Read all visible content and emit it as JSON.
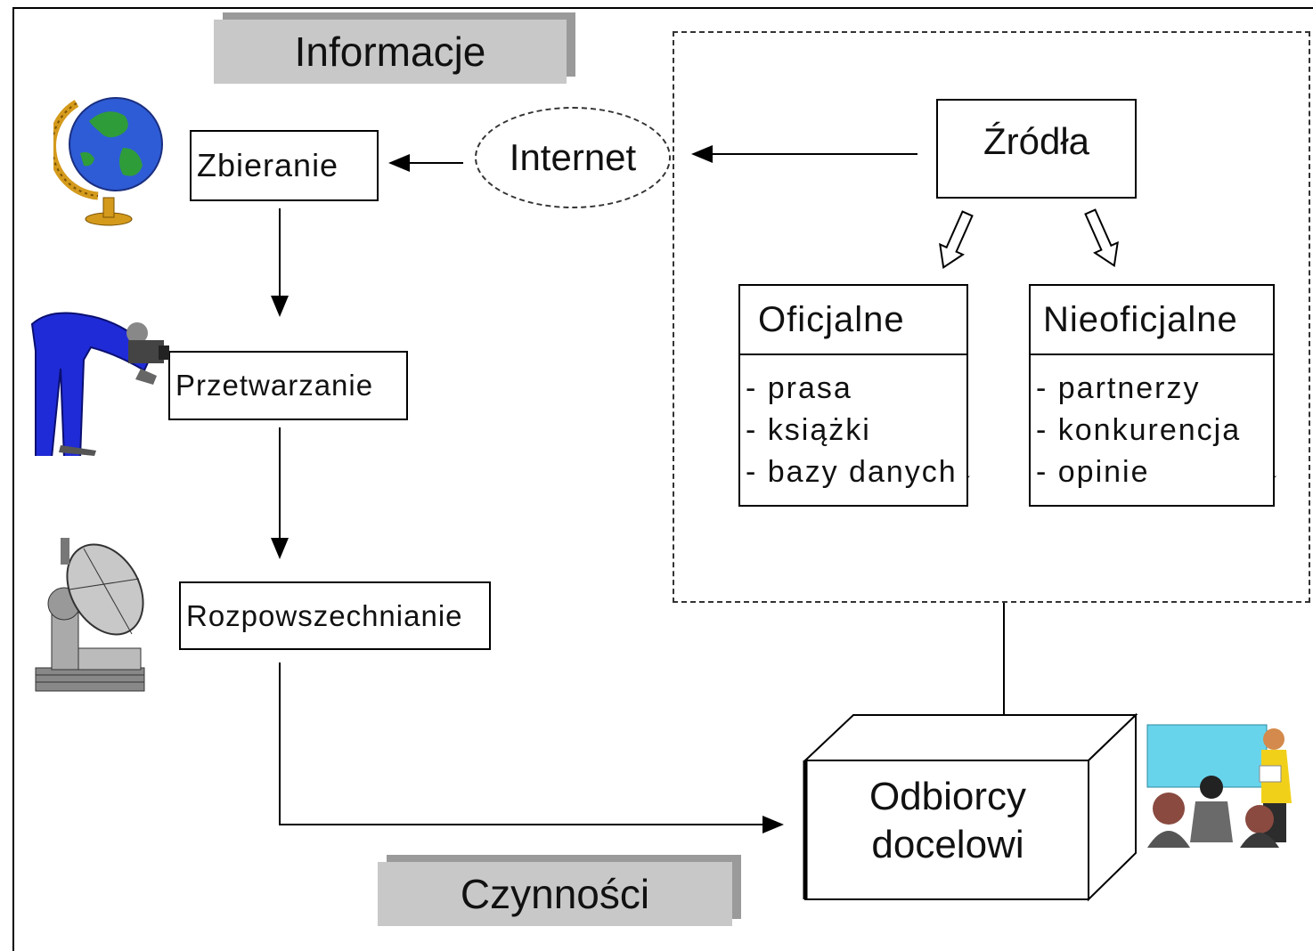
{
  "banners": {
    "informacje": "Informacje",
    "czynnosci": "Czynności"
  },
  "process": {
    "zbieranie": "Zbieranie",
    "przetwarzanie": "Przetwarzanie",
    "rozpowszechnianie": "Rozpowszechnianie"
  },
  "internet": "Internet",
  "sources": {
    "title": "Źródła",
    "oficjalne": {
      "title": "Oficjalne",
      "items": [
        "- prasa",
        "- książki",
        "- bazy danych"
      ]
    },
    "nieoficjalne": {
      "title": "Nieoficjalne",
      "items": [
        "- partnerzy",
        "- konkurencja",
        "- opinie"
      ]
    }
  },
  "odbiorcy": {
    "line1": "Odbiorcy",
    "line2": "docelowi"
  },
  "icons": [
    "globe-icon",
    "photographer-icon",
    "satellite-dish-icon",
    "presentation-audience-icon"
  ]
}
